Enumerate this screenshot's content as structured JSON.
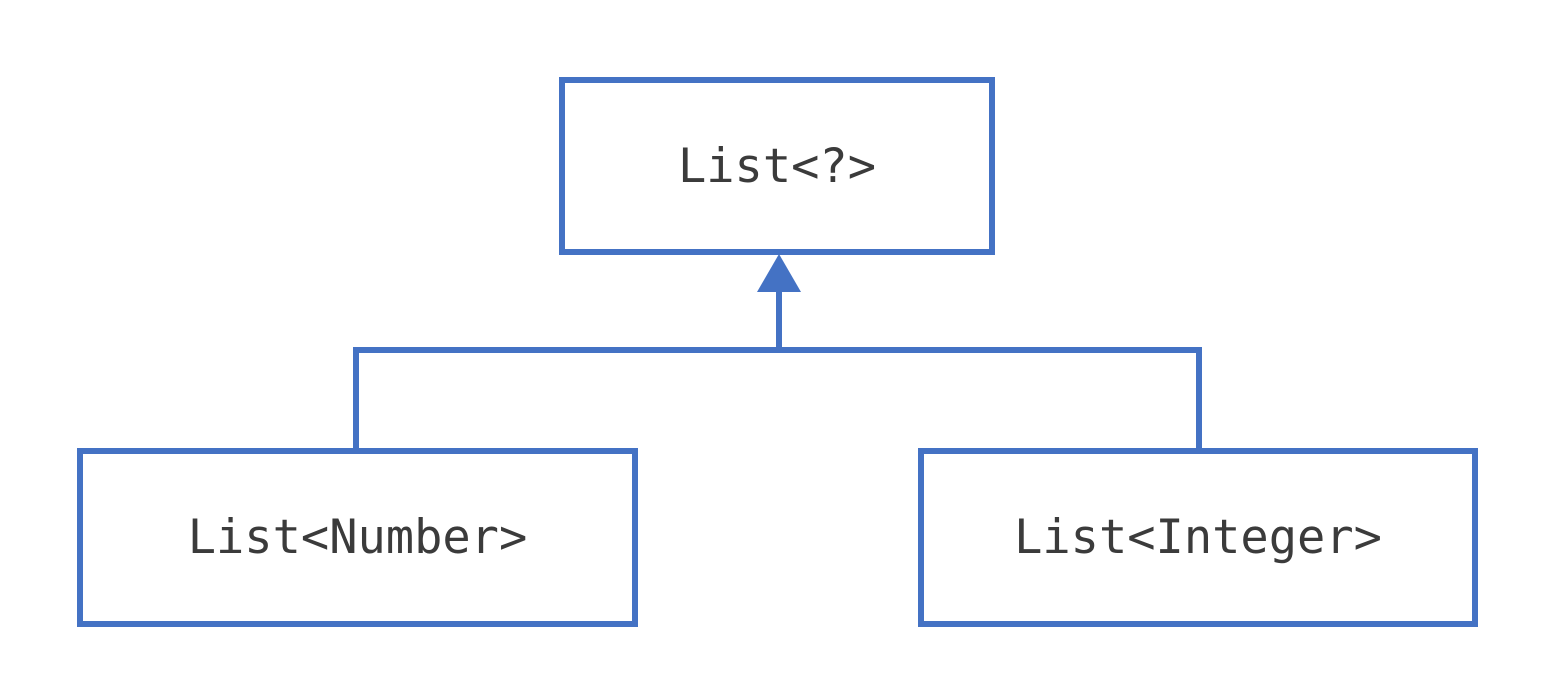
{
  "diagram": {
    "nodes": {
      "parent": {
        "label": "List<?>"
      },
      "left_child": {
        "label": "List<Number>"
      },
      "right_child": {
        "label": "List<Integer>"
      }
    },
    "colors": {
      "line": "#4472C4",
      "text": "#3B3B3B",
      "background": "#FFFFFF"
    }
  }
}
